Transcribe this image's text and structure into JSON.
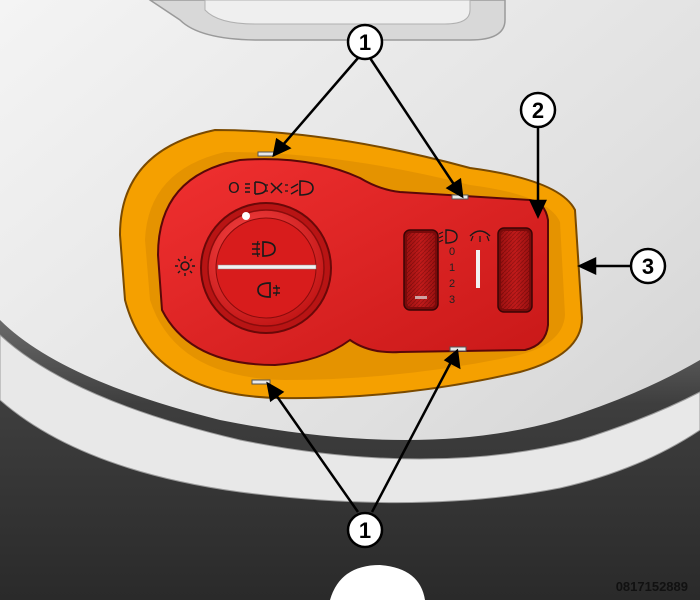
{
  "callouts": {
    "c1_top": "1",
    "c1_bottom": "1",
    "c2": "2",
    "c3": "3"
  },
  "figure_code": "0817152889",
  "rotary_symbols": {
    "off": "O",
    "auto": "≡D",
    "parking": "ⅡD",
    "low_beam": "D",
    "front_fog": "≢D",
    "rear_fog": "D",
    "dimmer": "☼"
  },
  "level_scale": [
    "0",
    "1",
    "2",
    "3"
  ],
  "colors": {
    "bezel": "#f5a000",
    "switch": "#e02020",
    "dash": "#e6e6e6",
    "dash_dark": "#3a3a3a"
  }
}
